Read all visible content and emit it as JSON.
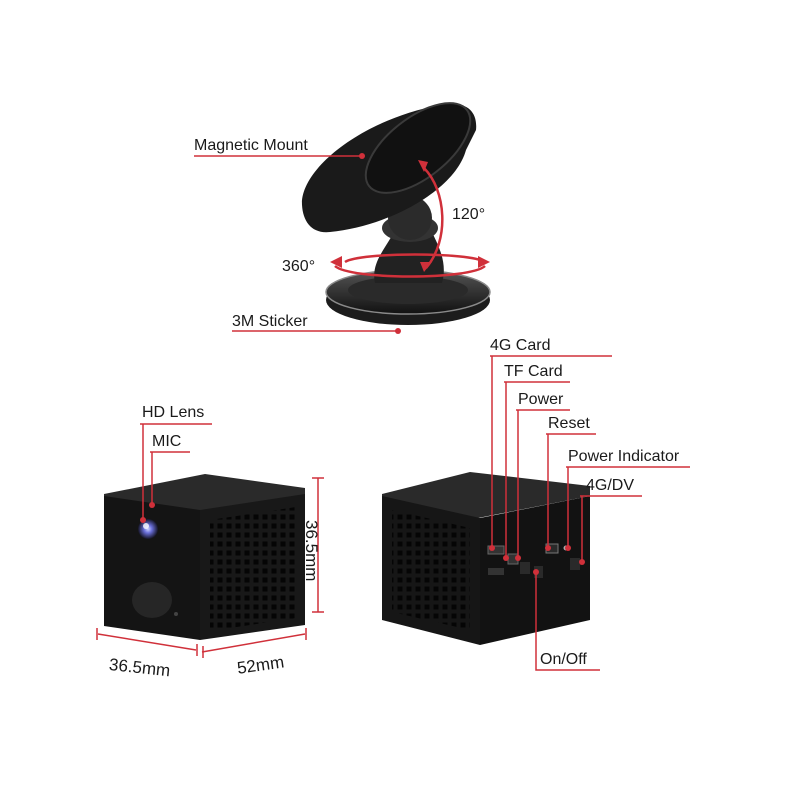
{
  "labels": {
    "magnetic_mount": "Magnetic Mount",
    "angle_120": "120°",
    "angle_360": "360°",
    "sticker": "3M Sticker",
    "hd_lens": "HD Lens",
    "mic": "MIC",
    "card_4g": "4G Card",
    "tf_card": "TF Card",
    "power": "Power",
    "reset": "Reset",
    "power_indicator": "Power Indicator",
    "mode_4g_dv": "4G/DV",
    "on_off": "On/Off"
  },
  "dimensions": {
    "height": "36.5mm",
    "depth": "36.5mm",
    "width": "52mm"
  },
  "colors": {
    "callout": "#d0303a",
    "body": "#1b1b1b",
    "text": "#1a1a1a"
  }
}
